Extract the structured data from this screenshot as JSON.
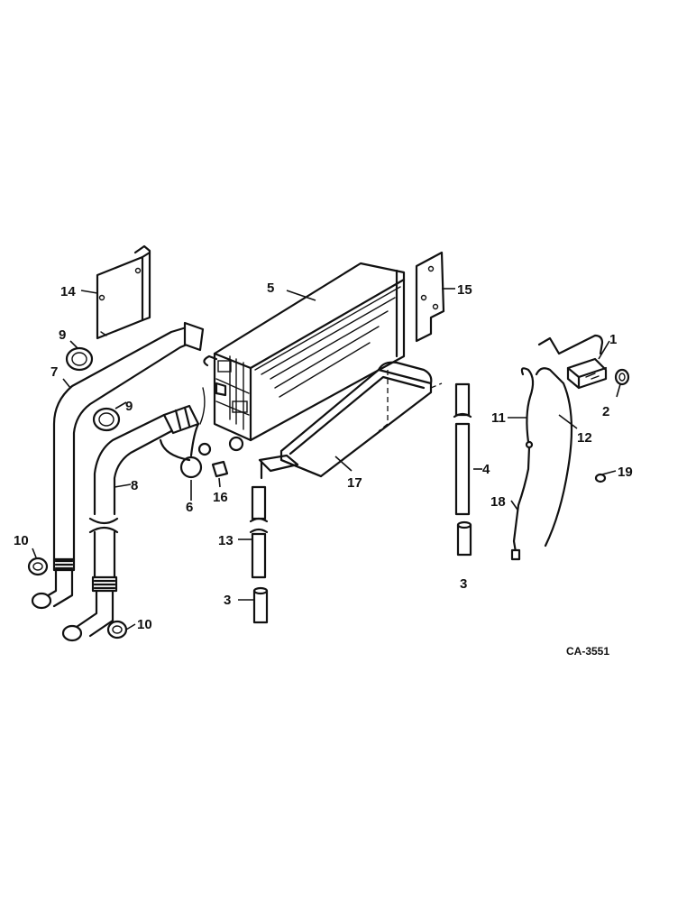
{
  "drawing": {
    "code": "CA-3551",
    "callouts": [
      {
        "id": "c1",
        "text": "1"
      },
      {
        "id": "c2",
        "text": "2"
      },
      {
        "id": "c3a",
        "text": "3"
      },
      {
        "id": "c3b",
        "text": "3"
      },
      {
        "id": "c4",
        "text": "4"
      },
      {
        "id": "c5",
        "text": "5"
      },
      {
        "id": "c6",
        "text": "6"
      },
      {
        "id": "c7",
        "text": "7"
      },
      {
        "id": "c8",
        "text": "8"
      },
      {
        "id": "c9a",
        "text": "9"
      },
      {
        "id": "c9b",
        "text": "9"
      },
      {
        "id": "c10a",
        "text": "10"
      },
      {
        "id": "c10b",
        "text": "10"
      },
      {
        "id": "c11",
        "text": "11"
      },
      {
        "id": "c12",
        "text": "12"
      },
      {
        "id": "c13",
        "text": "13"
      },
      {
        "id": "c14",
        "text": "14"
      },
      {
        "id": "c15",
        "text": "15"
      },
      {
        "id": "c16",
        "text": "16"
      },
      {
        "id": "c17",
        "text": "17"
      },
      {
        "id": "c18",
        "text": "18"
      },
      {
        "id": "c19",
        "text": "19"
      }
    ]
  }
}
